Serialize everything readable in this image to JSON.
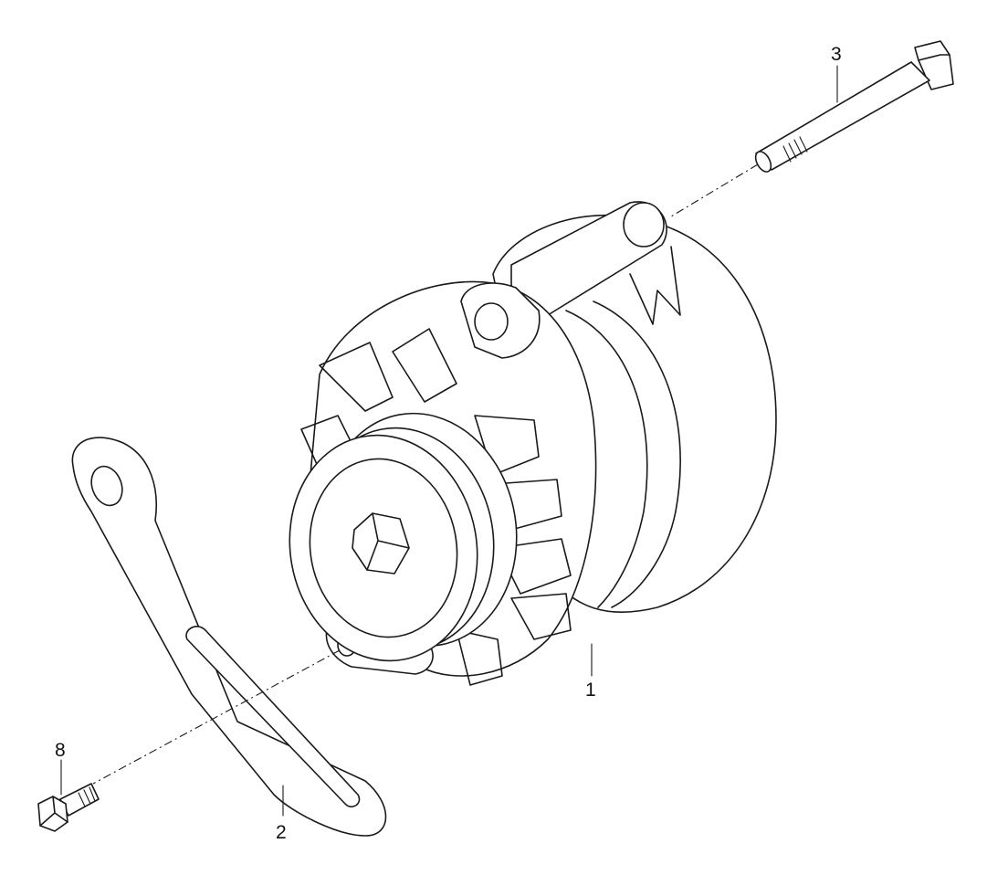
{
  "colors": {
    "line": "#1a1a1a",
    "background": "#ffffff"
  },
  "parts": [
    {
      "id": "alternator",
      "callout": "1"
    },
    {
      "id": "bracket",
      "callout": "2"
    },
    {
      "id": "long-bolt",
      "callout": "3"
    },
    {
      "id": "short-bolt",
      "callout": "8"
    }
  ]
}
